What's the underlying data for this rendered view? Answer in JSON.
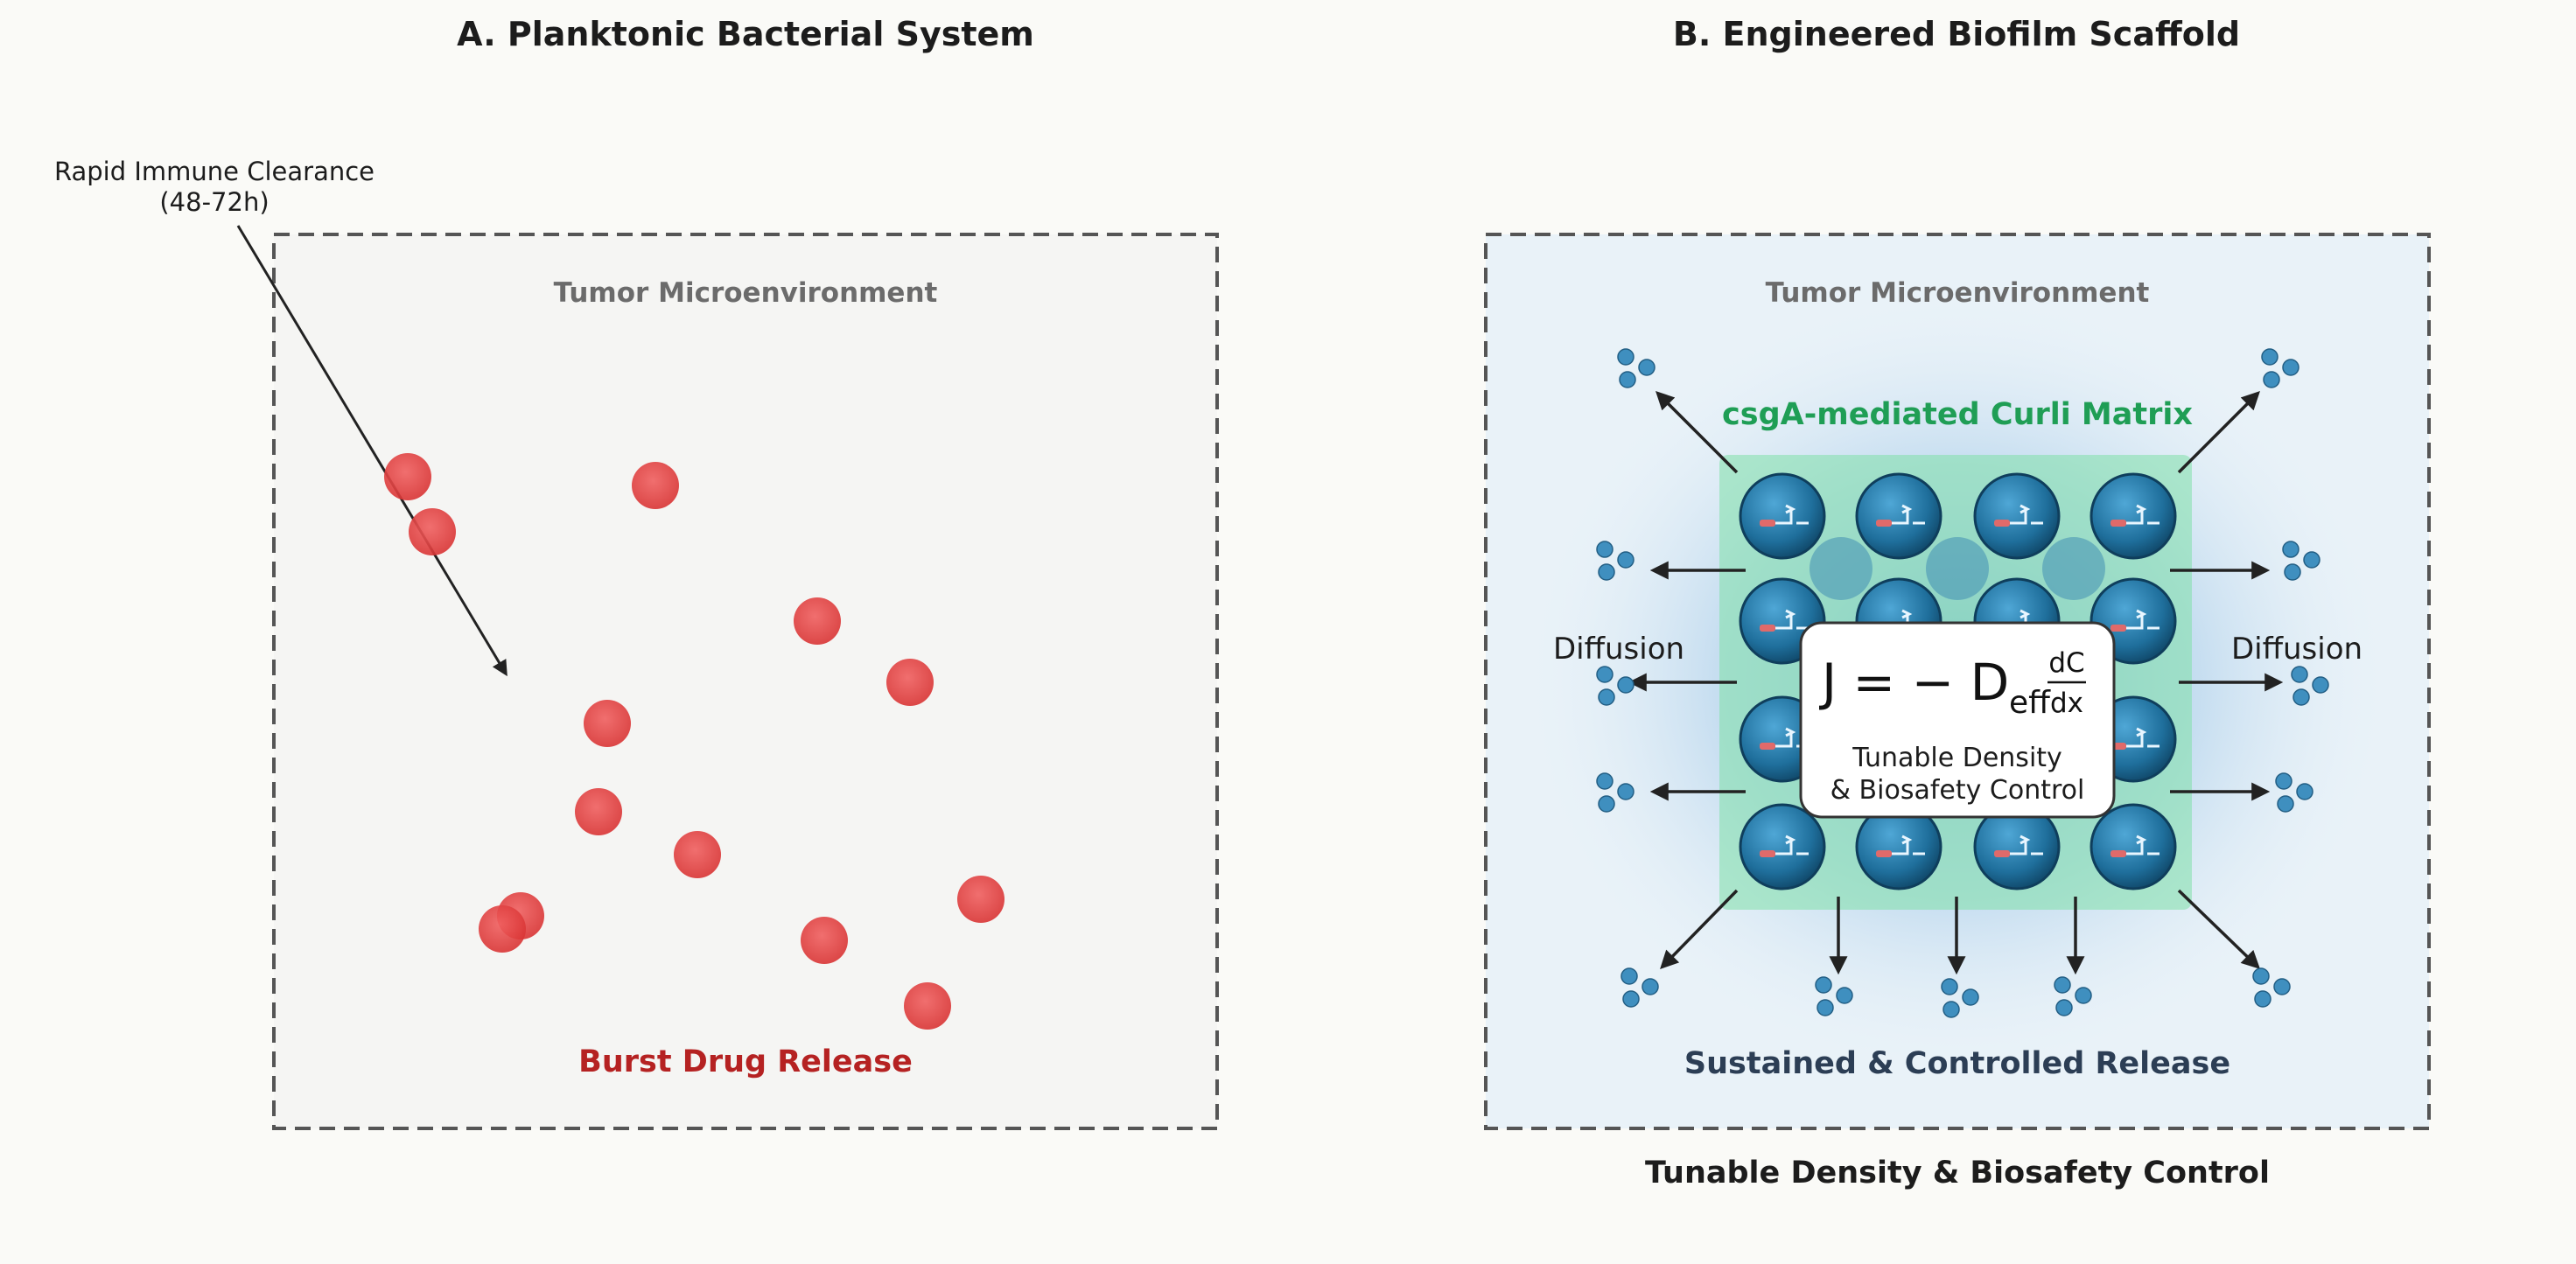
{
  "panel_a": {
    "title": "A. Planktonic Bacterial System",
    "environment_label": "Tumor Microenvironment",
    "annotation_line1": "Rapid Immune Clearance",
    "annotation_line2": "(48-72h)",
    "release_label": "Burst Drug Release",
    "cell_count": 13
  },
  "panel_b": {
    "title": "B. Engineered Biofilm Scaffold",
    "environment_label": "Tumor Microenvironment",
    "matrix_label": "csgA-mediated Curli Matrix",
    "diffusion_left": "Diffusion",
    "diffusion_right": "Diffusion",
    "equation": {
      "lhs": "J = − D",
      "subscript": "eff",
      "numerator": "dC",
      "denominator": "dx"
    },
    "box_line1": "Tunable Density",
    "box_line2": "& Biosafety Control",
    "release_label": "Sustained & Controlled Release",
    "bottom_caption": "Tunable Density & Biosafety Control"
  },
  "colors": {
    "planktonic_cell": "#e03e3e",
    "biofilm_cell": "#1f6f9c",
    "matrix_green": "#7fe0a8",
    "halo_blue": "#9cc6e6",
    "particle": "#3f8fbf"
  }
}
